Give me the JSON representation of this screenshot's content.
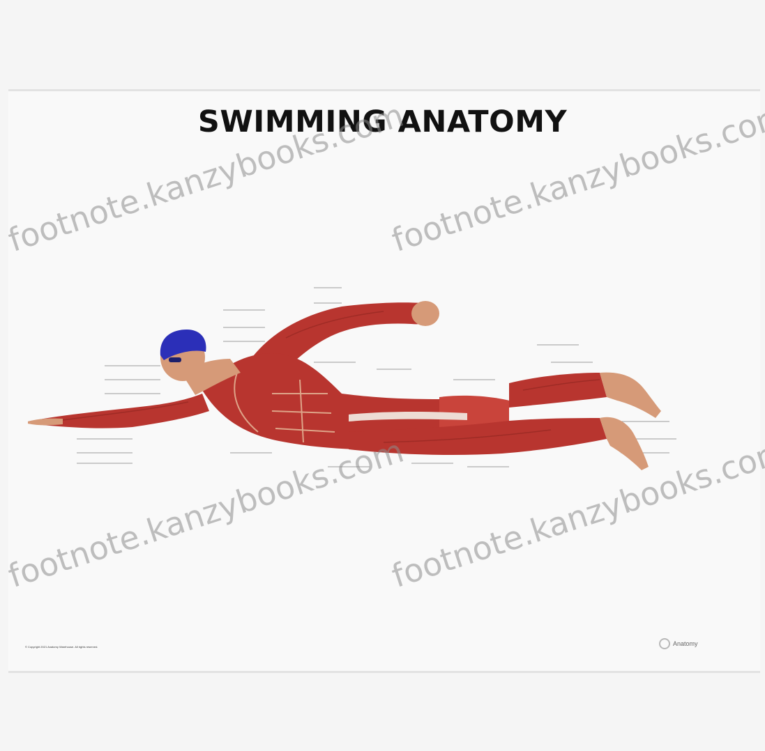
{
  "poster": {
    "title": "SWIMMING ANATOMY",
    "watermark": "footnote.kanzybooks.com",
    "copyright": "© Copyright 2021 Anatomy Warehouse. All rights reserved.",
    "brand": "Anatomy"
  },
  "colors": {
    "background": "#f5f5f5",
    "title": "#111111",
    "muscle_red": "#b8352f",
    "skin": "#d69a78",
    "cap_blue": "#2b2fb8",
    "label_line": "#9a9a9a"
  }
}
